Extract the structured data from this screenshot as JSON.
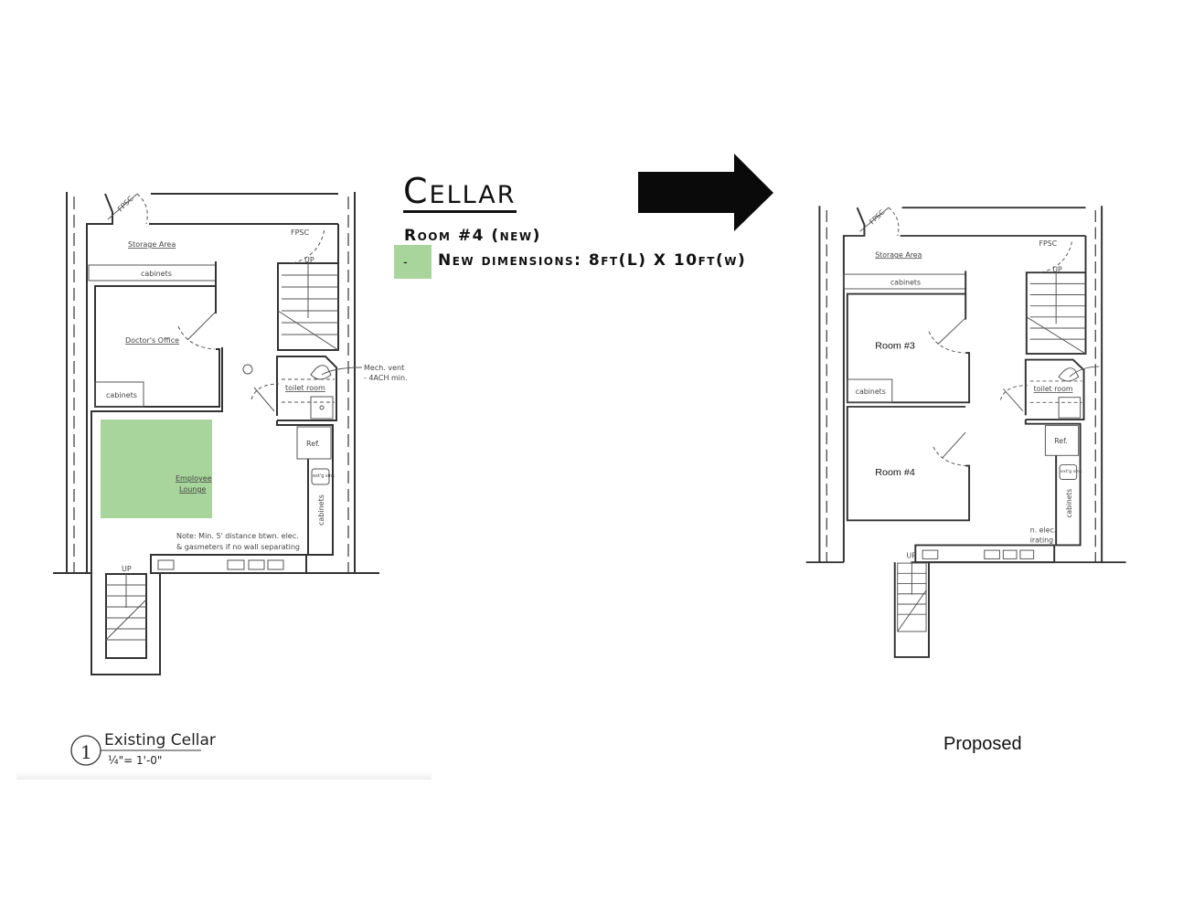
{
  "legend": {
    "title": "Cellar",
    "subtitle": "Room #4 (new)",
    "swatch_label": "-",
    "swatch_color": "#a8d59b",
    "dimensions": "New dimensions: 8ft(L) X 10ft(w)"
  },
  "existing_plan": {
    "labels": {
      "fpsc_door": "FPSC",
      "fpsc_top": "FPSC",
      "storage": "Storage Area",
      "cabinets_top": "cabinets",
      "doctors_office": "Doctor's Office",
      "cabinets_small": "cabinets",
      "up_stair": "UP",
      "toilet": "toilet room",
      "mech_vent_1": "Mech. vent",
      "mech_vent_2": "- 4ACH min.",
      "ref": "Ref.",
      "sink": "ext'g sink",
      "cabinets_side": "cabinets",
      "employee_lounge_1": "Employee",
      "employee_lounge_2": "Lounge",
      "note_1": "Note: Min. 5' distance btwn. elec.",
      "note_2": "& gasmeters if no wall separating",
      "up_bottom": "UP"
    },
    "caption_number": "1",
    "caption_title": "Existing Cellar",
    "caption_scale": "¼\"= 1'-0\""
  },
  "proposed_plan": {
    "labels": {
      "fpsc_door": "FPSC",
      "fpsc_top": "FPSC",
      "storage": "Storage Area",
      "cabinets_top": "cabinets",
      "room3": "Room #3",
      "cabinets_small": "cabinets",
      "room4": "Room #4",
      "up_stair": "UP",
      "toilet": "toilet room",
      "ref": "Ref.",
      "sink": "ext'g sink",
      "cabinets_side": "cabinets",
      "note_1": "n. elec.",
      "note_2": "irating",
      "up_bottom": "UP"
    },
    "caption": "Proposed"
  }
}
